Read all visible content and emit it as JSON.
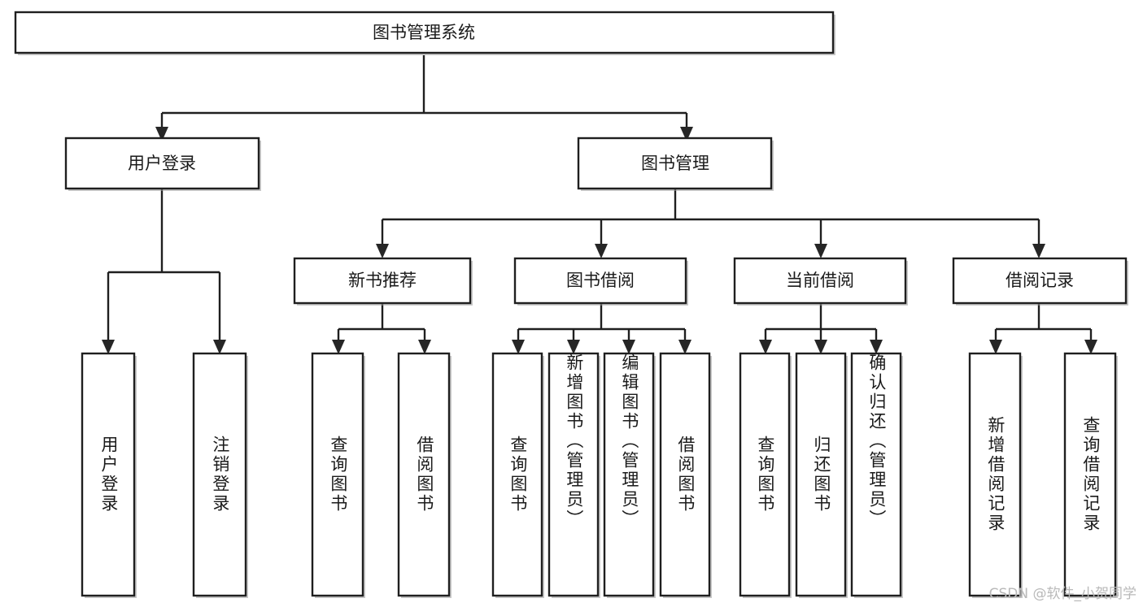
{
  "diagram": {
    "type": "tree-hierarchy",
    "title": "图书管理系统",
    "watermark": "CSDN @软件_小贺同学",
    "colors": {
      "box_fill": "#ffffff",
      "box_stroke": "#1f1f1f",
      "text": "#1a1a1a",
      "watermark": "#b9b9b9",
      "background": "#ffffff"
    },
    "nodes": {
      "root": {
        "label": "图书管理系统",
        "level": 1
      },
      "l2_user_login": {
        "label": "用户登录",
        "level": 2
      },
      "l2_book_mgmt": {
        "label": "图书管理",
        "level": 2
      },
      "l3_new_book_rec": {
        "label": "新书推荐",
        "level": 3
      },
      "l3_book_borrow": {
        "label": "图书借阅",
        "level": 3
      },
      "l3_current_borrow": {
        "label": "当前借阅",
        "level": 3
      },
      "l3_borrow_record": {
        "label": "借阅记录",
        "level": 3
      },
      "leaf_user_login": {
        "label": "用户登录",
        "level": 4
      },
      "leaf_logout": {
        "label": "注销登录",
        "level": 4
      },
      "leaf_query_book_1": {
        "label": "查询图书",
        "level": 4
      },
      "leaf_borrow_book_1": {
        "label": "借阅图书",
        "level": 4
      },
      "leaf_query_book_2": {
        "label": "查询图书",
        "level": 4
      },
      "leaf_add_book": {
        "label": "新增图书（管理员）",
        "level": 4
      },
      "leaf_edit_book": {
        "label": "编辑图书（管理员）",
        "level": 4
      },
      "leaf_borrow_book_2": {
        "label": "借阅图书",
        "level": 4
      },
      "leaf_query_book_3": {
        "label": "查询图书",
        "level": 4
      },
      "leaf_return_book": {
        "label": "归还图书",
        "level": 4
      },
      "leaf_confirm_return": {
        "label": "确认归还（管理员）",
        "level": 4
      },
      "leaf_add_record": {
        "label": "新增借阅记录",
        "level": 4
      },
      "leaf_query_record": {
        "label": "查询借阅记录",
        "level": 4
      }
    },
    "edges": [
      {
        "from": "root",
        "to": "l2_user_login"
      },
      {
        "from": "root",
        "to": "l2_book_mgmt"
      },
      {
        "from": "l2_user_login",
        "to": "leaf_user_login"
      },
      {
        "from": "l2_user_login",
        "to": "leaf_logout"
      },
      {
        "from": "l2_book_mgmt",
        "to": "l3_new_book_rec"
      },
      {
        "from": "l2_book_mgmt",
        "to": "l3_book_borrow"
      },
      {
        "from": "l2_book_mgmt",
        "to": "l3_current_borrow"
      },
      {
        "from": "l2_book_mgmt",
        "to": "l3_borrow_record"
      },
      {
        "from": "l3_new_book_rec",
        "to": "leaf_query_book_1"
      },
      {
        "from": "l3_new_book_rec",
        "to": "leaf_borrow_book_1"
      },
      {
        "from": "l3_book_borrow",
        "to": "leaf_query_book_2"
      },
      {
        "from": "l3_book_borrow",
        "to": "leaf_add_book"
      },
      {
        "from": "l3_book_borrow",
        "to": "leaf_edit_book"
      },
      {
        "from": "l3_book_borrow",
        "to": "leaf_borrow_book_2"
      },
      {
        "from": "l3_current_borrow",
        "to": "leaf_query_book_3"
      },
      {
        "from": "l3_current_borrow",
        "to": "leaf_return_book"
      },
      {
        "from": "l3_current_borrow",
        "to": "leaf_confirm_return"
      },
      {
        "from": "l3_borrow_record",
        "to": "leaf_add_record"
      },
      {
        "from": "l3_borrow_record",
        "to": "leaf_query_record"
      }
    ]
  }
}
